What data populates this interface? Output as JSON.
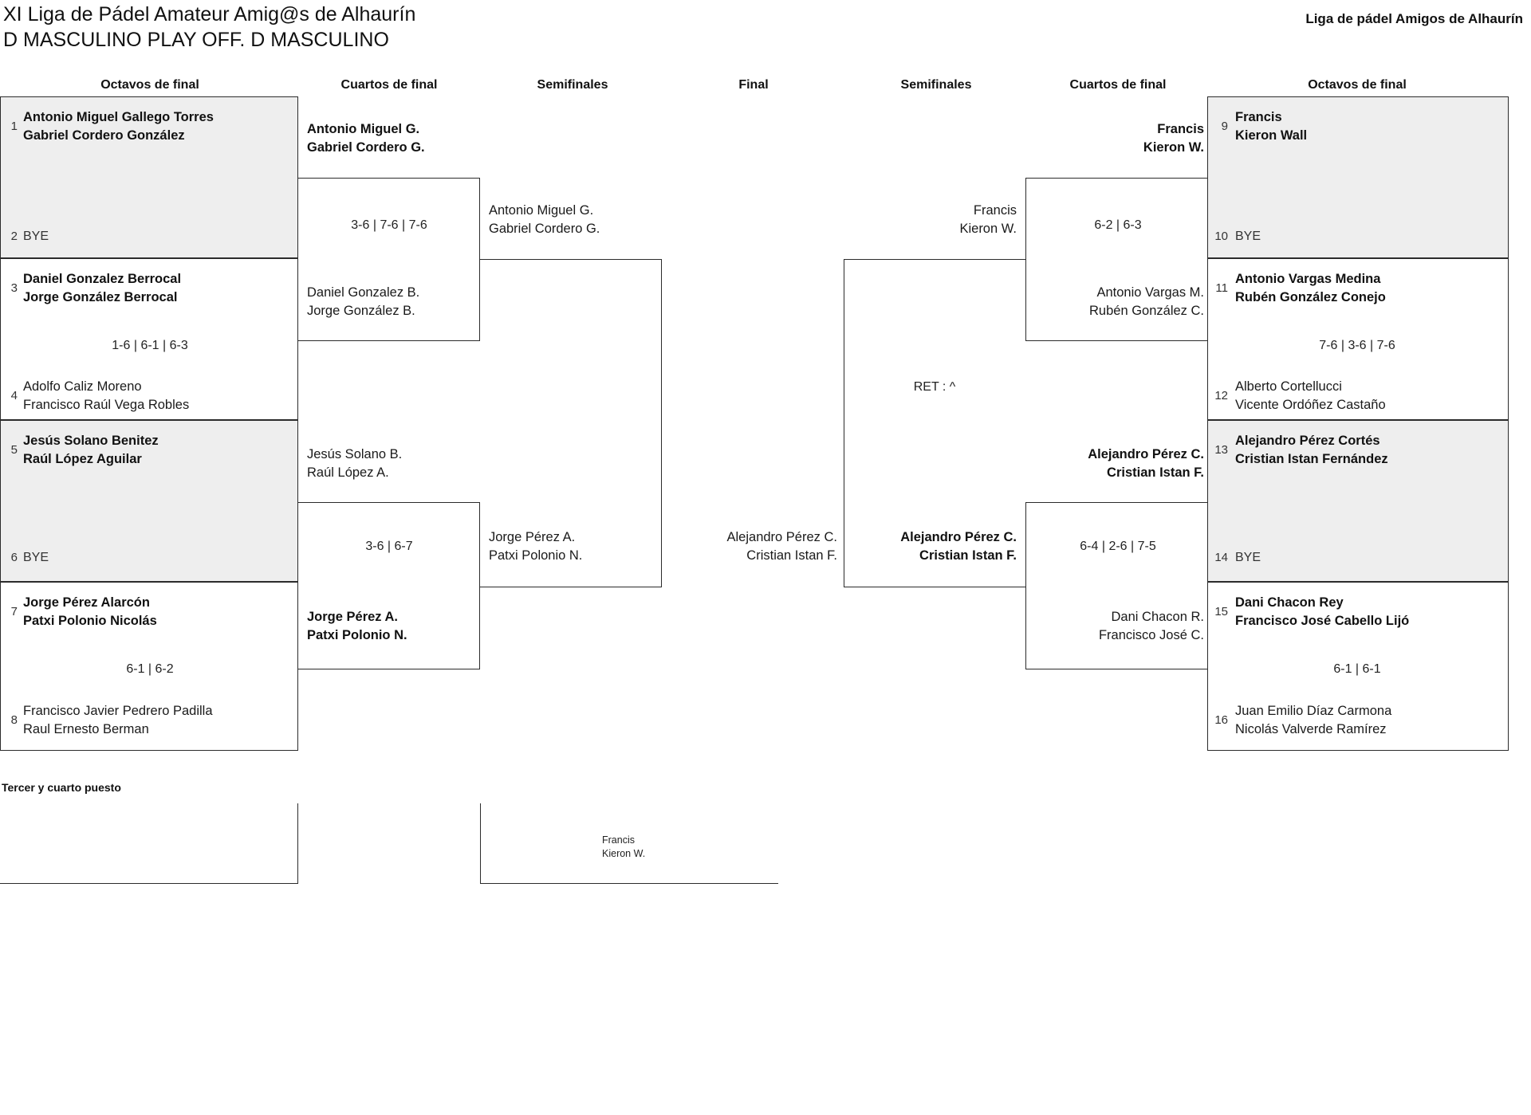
{
  "header": {
    "title_line1": "XI Liga de Pádel Amateur Amig@s de Alhaurín",
    "title_line2": "D MASCULINO PLAY OFF. D MASCULINO",
    "brand": "Liga de pádel Amigos de Alhaurín"
  },
  "round_labels": {
    "left_r16": "Octavos de final",
    "left_qf": "Cuartos de final",
    "left_sf": "Semifinales",
    "final": "Final",
    "right_sf": "Semifinales",
    "right_qf": "Cuartos de final",
    "right_r16": "Octavos de final"
  },
  "left_r16": [
    {
      "seed": "1",
      "line1": "Antonio Miguel Gallego Torres",
      "line2": "Gabriel Cordero González",
      "winner": true,
      "shaded": true
    },
    {
      "seed": "2",
      "bye": "BYE",
      "shaded": true
    },
    {
      "seed": "3",
      "line1": "Daniel Gonzalez Berrocal",
      "line2": "Jorge González Berrocal",
      "winner": true,
      "shaded": false
    },
    {
      "seed": "4",
      "line1": "Adolfo Caliz Moreno",
      "line2": "Francisco Raúl Vega Robles",
      "winner": false,
      "shaded": false
    },
    {
      "seed": "5",
      "line1": "Jesús Solano Benitez",
      "line2": "Raúl López Aguilar",
      "winner": true,
      "shaded": true
    },
    {
      "seed": "6",
      "bye": "BYE",
      "shaded": true
    },
    {
      "seed": "7",
      "line1": "Jorge Pérez Alarcón",
      "line2": "Patxi Polonio Nicolás",
      "winner": true,
      "shaded": false
    },
    {
      "seed": "8",
      "line1": "Francisco Javier Pedrero Padilla",
      "line2": "Raul Ernesto Berman",
      "winner": false,
      "shaded": false
    }
  ],
  "left_r16_scores": [
    "",
    "1-6 | 6-1 | 6-3",
    "",
    "6-1 | 6-2"
  ],
  "left_qf": [
    {
      "line1": "Antonio Miguel G.",
      "line2": "Gabriel Cordero G.",
      "winner": true
    },
    {
      "line1": "Daniel Gonzalez B.",
      "line2": "Jorge González B.",
      "winner": false
    },
    {
      "line1": "Jesús Solano B.",
      "line2": "Raúl López A.",
      "winner": false
    },
    {
      "line1": "Jorge Pérez A.",
      "line2": "Patxi Polonio N.",
      "winner": true
    }
  ],
  "left_qf_scores": [
    "3-6 | 7-6 | 7-6",
    "3-6 | 6-7"
  ],
  "left_sf": [
    {
      "line1": "Antonio Miguel G.",
      "line2": "Gabriel Cordero G.",
      "winner": false
    },
    {
      "line1": "Jorge Pérez A.",
      "line2": "Patxi Polonio N.",
      "winner": false
    }
  ],
  "final_note": "RET : ^",
  "final_left": {
    "line1": "Alejandro Pérez C.",
    "line2": "Cristian Istan F.",
    "winner": false
  },
  "champion": {
    "line1": "Alejandro Pérez C.",
    "line2": "Cristian Istan F.",
    "winner": true
  },
  "right_sf": [
    {
      "line1": "Francis",
      "line2": "Kieron W.",
      "winner": false
    },
    {
      "line1": "Alejandro Pérez C.",
      "line2": "Cristian Istan F.",
      "winner": true
    }
  ],
  "right_qf": [
    {
      "line1": "Francis",
      "line2": "Kieron W.",
      "winner": true
    },
    {
      "line1": "Antonio Vargas M.",
      "line2": "Rubén González C.",
      "winner": false
    },
    {
      "line1": "Alejandro Pérez C.",
      "line2": "Cristian Istan F.",
      "winner": true
    },
    {
      "line1": "Dani Chacon R.",
      "line2": "Francisco José C.",
      "winner": false
    }
  ],
  "right_qf_scores": [
    "6-2 | 6-3",
    "6-4 | 2-6 | 7-5"
  ],
  "right_r16": [
    {
      "seed": "9",
      "line1": "Francis",
      "line2": "Kieron Wall",
      "winner": true,
      "shaded": true
    },
    {
      "seed": "10",
      "bye": "BYE",
      "shaded": true
    },
    {
      "seed": "11",
      "line1": "Antonio Vargas Medina",
      "line2": "Rubén González Conejo",
      "winner": true,
      "shaded": false
    },
    {
      "seed": "12",
      "line1": "Alberto Cortellucci",
      "line2": "Vicente Ordóñez Castaño",
      "winner": false,
      "shaded": false
    },
    {
      "seed": "13",
      "line1": "Alejandro Pérez Cortés",
      "line2": "Cristian Istan Fernández",
      "winner": true,
      "shaded": true
    },
    {
      "seed": "14",
      "bye": "BYE",
      "shaded": true
    },
    {
      "seed": "15",
      "line1": "Dani Chacon Rey",
      "line2": "Francisco José Cabello Lijó",
      "winner": true,
      "shaded": false
    },
    {
      "seed": "16",
      "line1": "Juan Emilio Díaz Carmona",
      "line2": "Nicolás Valverde Ramírez",
      "winner": false,
      "shaded": false
    }
  ],
  "right_r16_scores": [
    "",
    "7-6 | 3-6 | 7-6",
    "",
    "6-1 | 6-1"
  ],
  "third_place": {
    "label": "Tercer y cuarto puesto",
    "winner_line1": "Francis",
    "winner_line2": "Kieron W."
  }
}
